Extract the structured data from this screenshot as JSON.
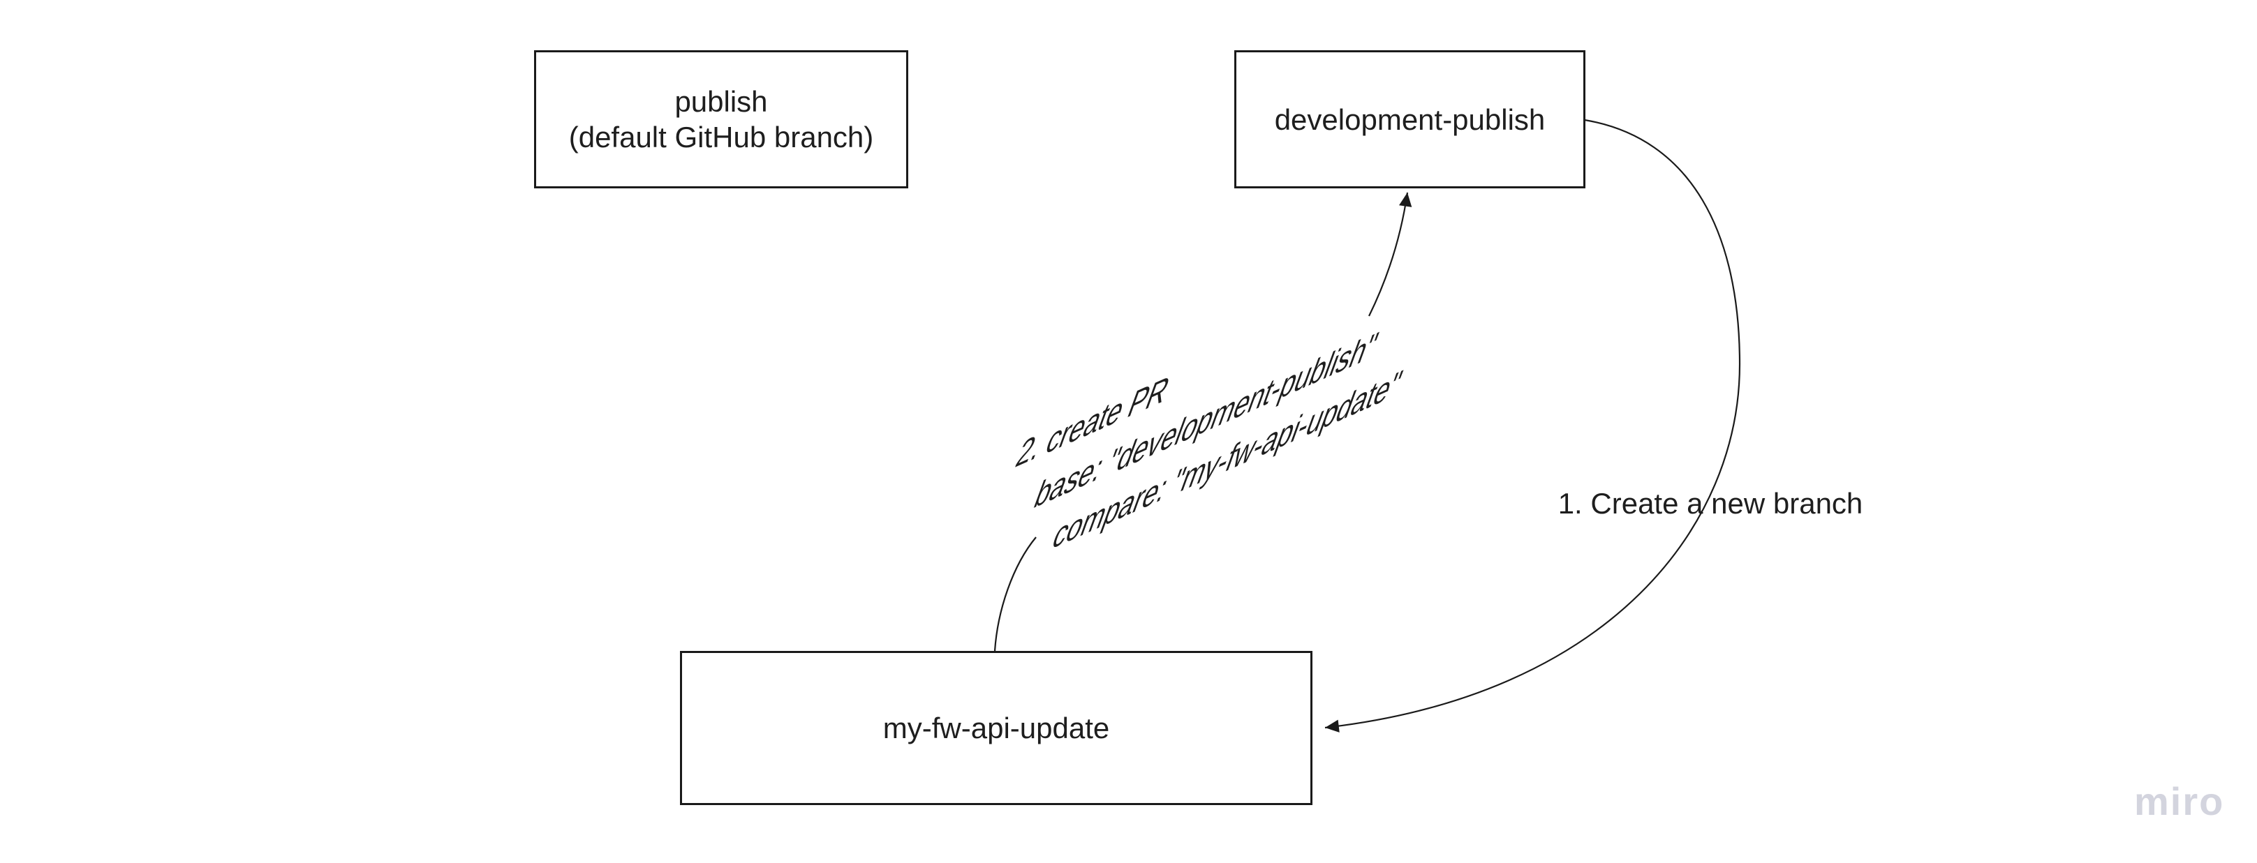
{
  "nodes": {
    "publish": {
      "line1": "publish",
      "line2": "(default GitHub branch)"
    },
    "development_publish": {
      "label": "development-publish"
    },
    "my_fw_api_update": {
      "label": "my-fw-api-update"
    }
  },
  "connectors": {
    "create_branch": {
      "label": "1. Create a new branch"
    },
    "create_pr": {
      "line1": "2. create PR",
      "line2": "base: \"development-publish\"",
      "line3": "compare: \"my-fw-api-update\""
    }
  },
  "watermark": {
    "text": "miro"
  },
  "colors": {
    "ink": "#1e1e1e",
    "stroke": "#1a1a1a",
    "watermark": "#d3d4de",
    "background": "#ffffff"
  }
}
